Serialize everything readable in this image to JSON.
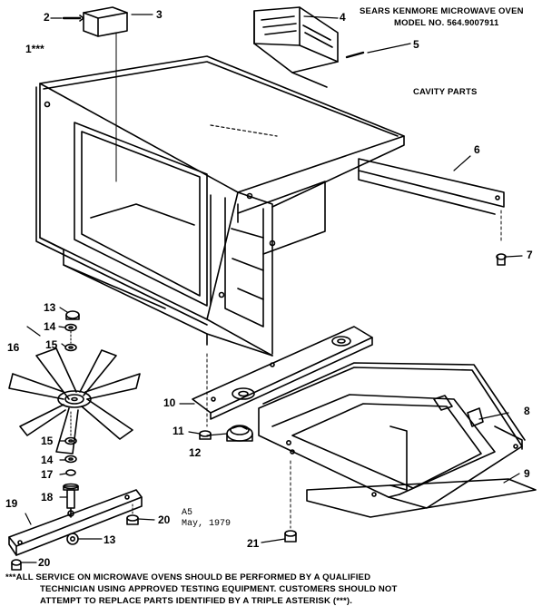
{
  "header": {
    "line1": "SEARS KENMORE MICROWAVE OVEN",
    "line2": "MODEL NO. 564.9007911",
    "section": "CAVITY PARTS"
  },
  "callouts": [
    "1***",
    "2",
    "3",
    "4",
    "5",
    "6",
    "7",
    "8",
    "9",
    "10",
    "11",
    "12",
    "13",
    "14",
    "15",
    "16",
    "15",
    "14",
    "17",
    "18",
    "19",
    "20",
    "13",
    "20",
    "21"
  ],
  "stamp": {
    "code": "A5",
    "date": "May, 1979"
  },
  "footer": {
    "line1": "***ALL SERVICE ON MICROWAVE OVENS SHOULD BE PERFORMED BY A QUALIFIED",
    "line2": "TECHNICIAN USING APPROVED TESTING EQUIPMENT. CUSTOMERS SHOULD NOT",
    "line3": "ATTEMPT TO REPLACE PARTS IDENTIFIED BY A TRIPLE ASTERISK (***)."
  }
}
